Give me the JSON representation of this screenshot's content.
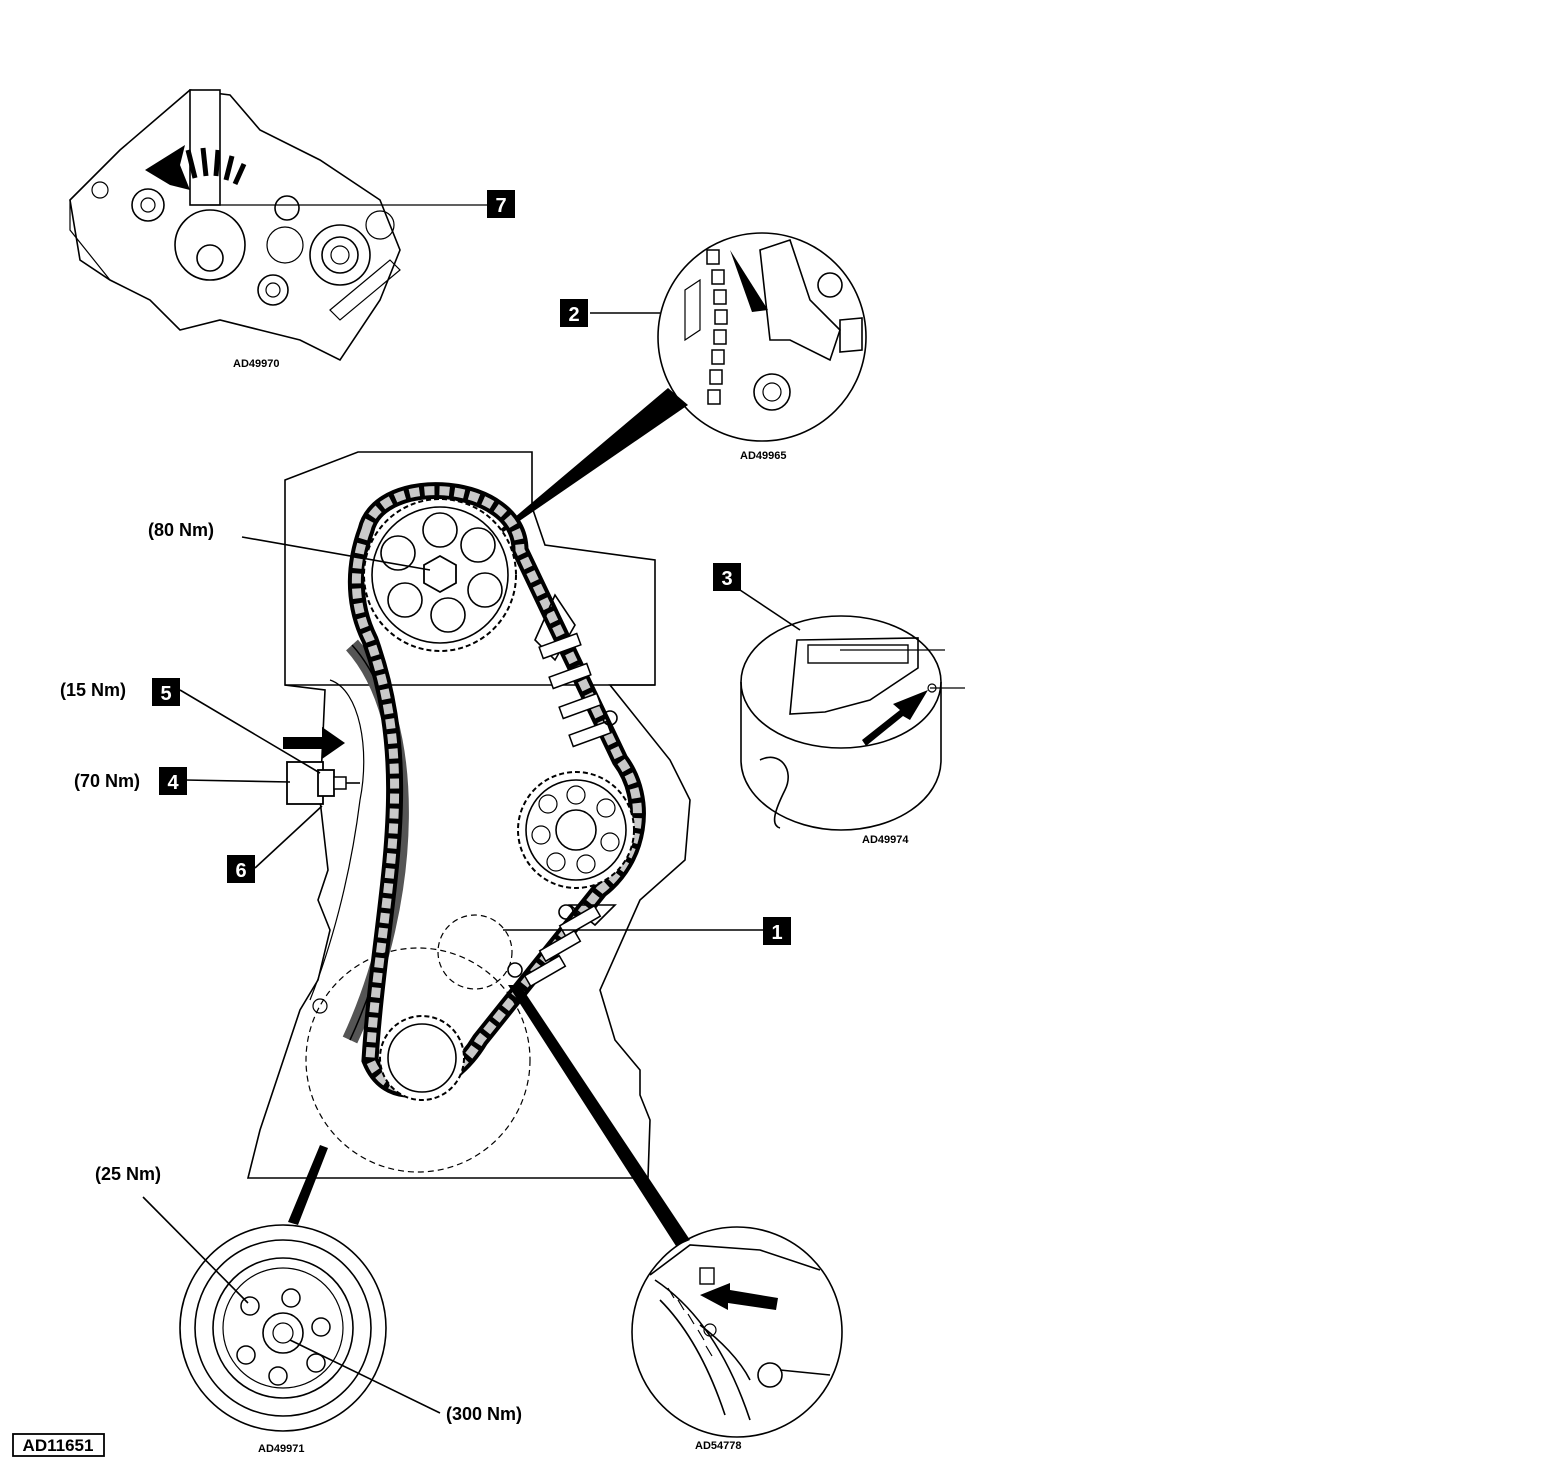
{
  "figure_ref": "AD11651",
  "callouts": [
    {
      "id": "1",
      "name": "callout-1"
    },
    {
      "id": "2",
      "name": "callout-2"
    },
    {
      "id": "3",
      "name": "callout-3"
    },
    {
      "id": "4",
      "name": "callout-4"
    },
    {
      "id": "5",
      "name": "callout-5"
    },
    {
      "id": "6",
      "name": "callout-6"
    },
    {
      "id": "7",
      "name": "callout-7"
    }
  ],
  "torques": {
    "camshaft_bolt": "(80 Nm)",
    "tensioner_cap": "(15 Nm)",
    "tensioner_body": "(70 Nm)",
    "pulley_bolts": "(25 Nm)",
    "crank_bolt": "(300 Nm)"
  },
  "detail_codes": {
    "cylinder_head": "AD49970",
    "cam_alignment": "AD49965",
    "tensioner_detail": "AD49974",
    "crank_pulley": "AD49971",
    "timing_mark": "AD54778"
  }
}
